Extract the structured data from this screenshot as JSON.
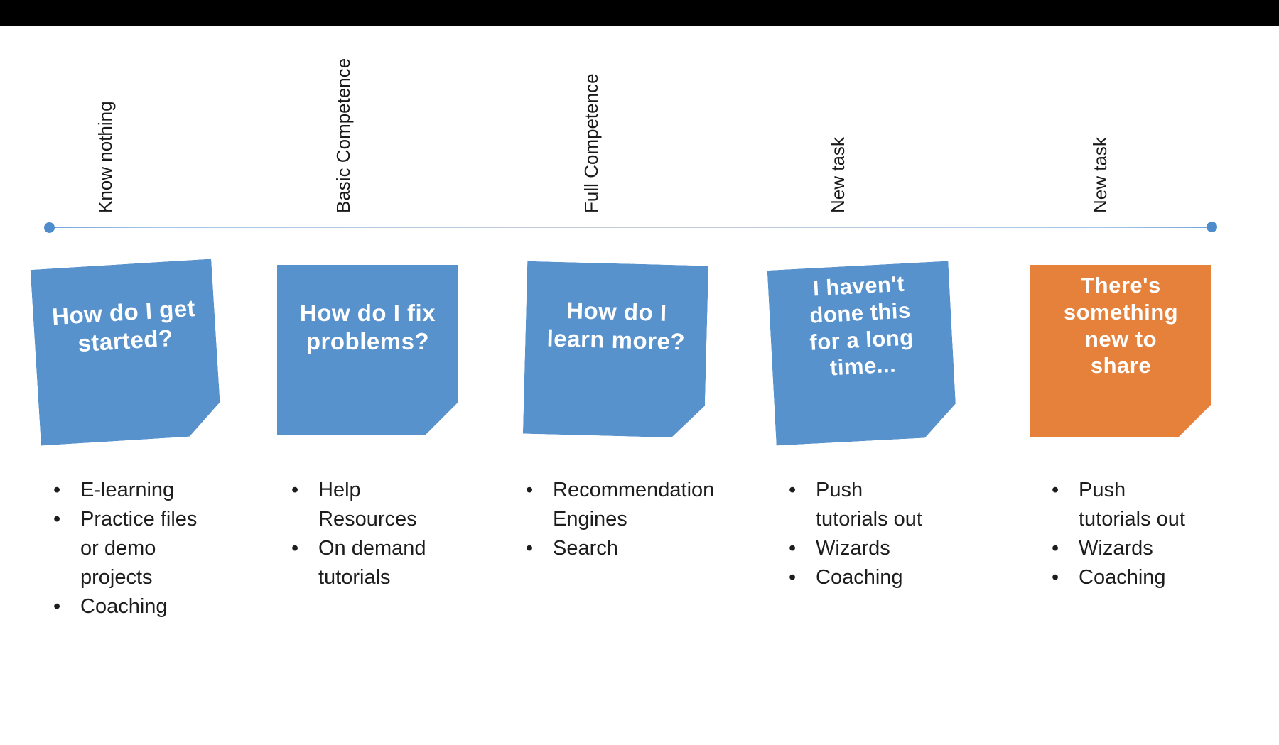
{
  "colors": {
    "note_blue": "#5892cd",
    "note_blue_fold": "#3d6ea8",
    "note_orange": "#e6813c",
    "note_orange_fold": "#c2601d",
    "timeline_dot": "#4f8ccb"
  },
  "stages": [
    {
      "label": "Know nothing",
      "note_text": "How do I get\nstarted?",
      "items": [
        "E-learning",
        "Practice files or demo projects",
        "Coaching"
      ]
    },
    {
      "label": "Basic Competence",
      "note_text": "How do I fix\nproblems?",
      "items": [
        "Help Resources",
        "On demand tutorials"
      ]
    },
    {
      "label": "Full Competence",
      "note_text": "How do I\nlearn more?",
      "items": [
        "Recommendation Engines",
        "Search"
      ]
    },
    {
      "label": "New task",
      "note_text": "I haven't\ndone this\nfor a long\ntime...",
      "items": [
        "Push tutorials out",
        "Wizards",
        "Coaching"
      ]
    },
    {
      "label": "New task",
      "note_text": "There's\nsomething\nnew to\nshare",
      "items": [
        "Push tutorials out",
        "Wizards",
        "Coaching"
      ]
    }
  ]
}
